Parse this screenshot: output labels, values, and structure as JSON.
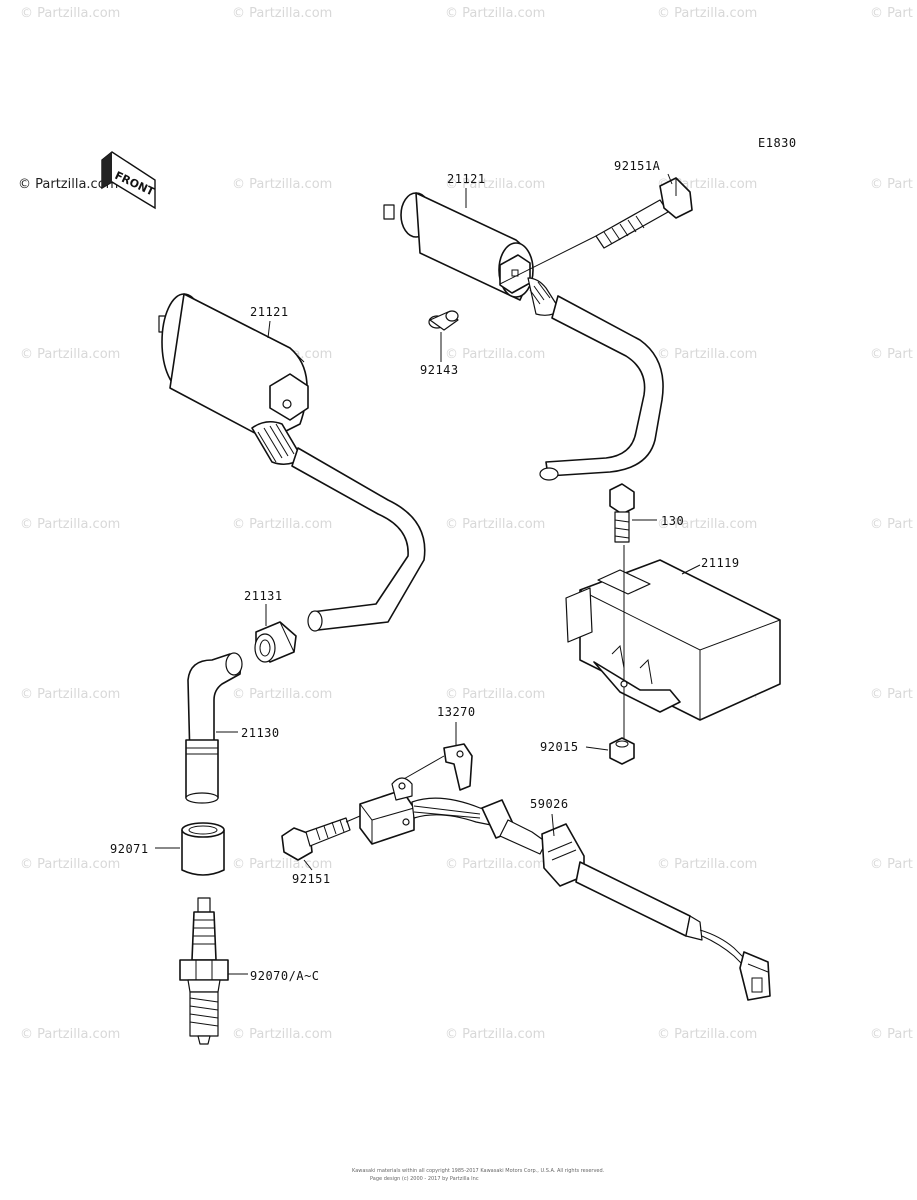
{
  "diagram": {
    "code": "E1830",
    "front_marker": "FRONT",
    "copyright": "Kawasaki materials within all copyright 1985-2017 Kawasaki Motors Corp., U.S.A. All rights reserved.",
    "copyright2": "Page design (c) 2000 - 2017 by Partzilla Inc"
  },
  "watermark": {
    "text": "© Partzilla.com",
    "text_short": "© Part"
  },
  "parts": {
    "p21121_top": "21121",
    "p92151A": "92151A",
    "p92143": "92143",
    "p21121_left": "21121",
    "p130": "130",
    "p21119": "21119",
    "p21131": "21131",
    "p21130": "21130",
    "p13270": "13270",
    "p92015": "92015",
    "p59026": "59026",
    "p92071": "92071",
    "p92151": "92151",
    "p92070": "92070/A~C"
  }
}
